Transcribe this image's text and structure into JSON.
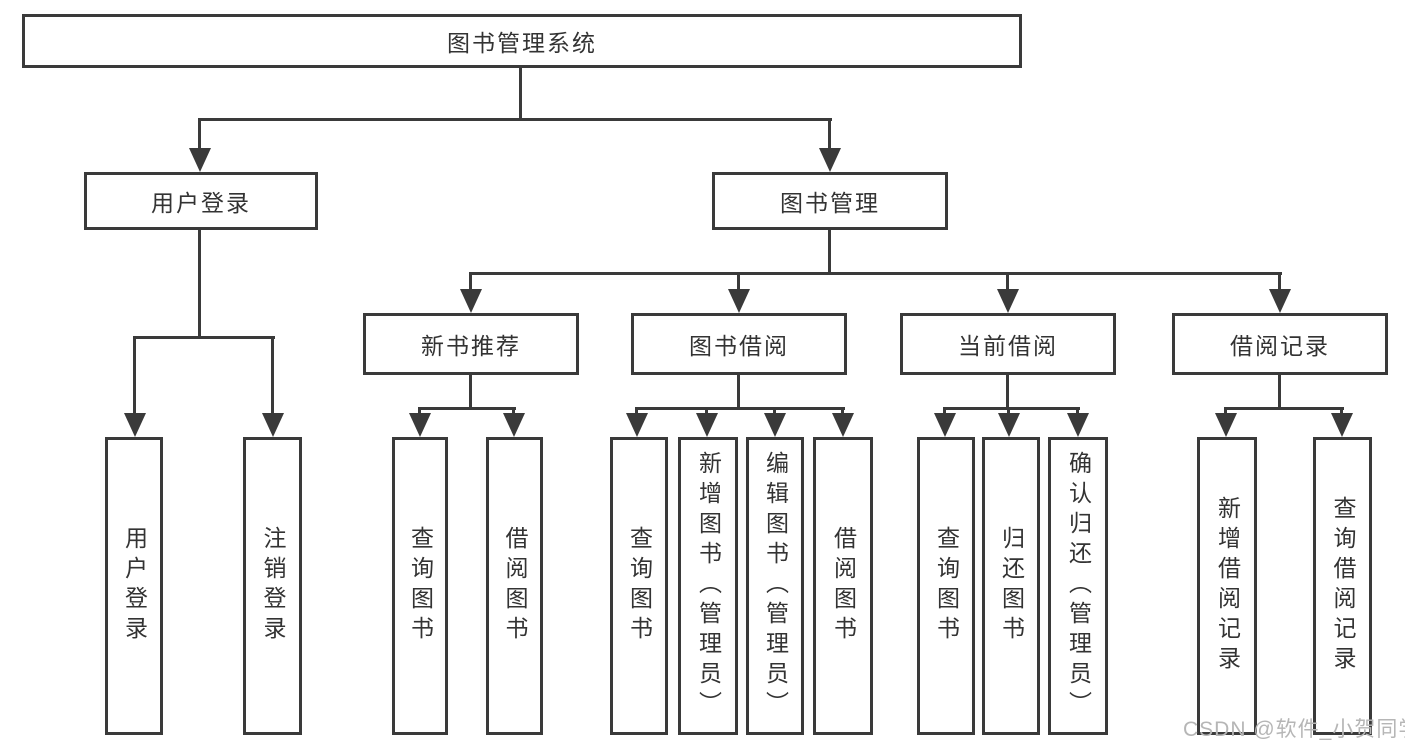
{
  "diagram": {
    "root": "图书管理系统",
    "user_branch": {
      "label": "用户登录",
      "children": [
        "用户登录",
        "注销登录"
      ]
    },
    "book_branch": {
      "label": "图书管理",
      "sections": [
        {
          "label": "新书推荐",
          "children": [
            "查询图书",
            "借阅图书"
          ]
        },
        {
          "label": "图书借阅",
          "children": [
            "查询图书",
            "新增图书（管理员）",
            "编辑图书（管理员）",
            "借阅图书"
          ]
        },
        {
          "label": "当前借阅",
          "children": [
            "查询图书",
            "归还图书",
            "确认归还（管理员）"
          ]
        },
        {
          "label": "借阅记录",
          "children": [
            "新增借阅记录",
            "查询借阅记录"
          ]
        }
      ]
    }
  },
  "watermark": "CSDN @软件_小贺同学",
  "colors": {
    "line": "#3a3a3a",
    "text": "#333333",
    "watermark": "#b6b6b6",
    "background": "#ffffff"
  }
}
